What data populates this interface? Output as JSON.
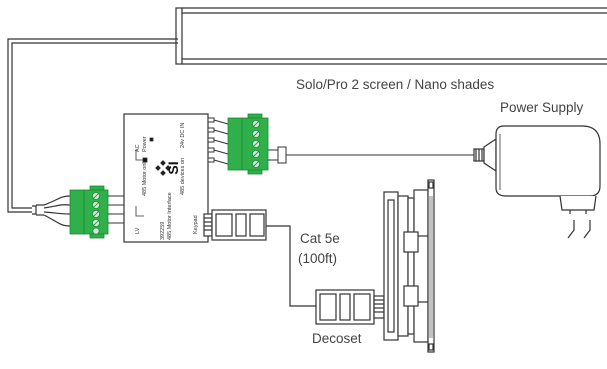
{
  "labels": {
    "screen": "Solo/Pro 2 screen / Nano shades",
    "power_supply": "Power Supply",
    "cat_line1": "Cat 5e",
    "cat_line2": "(100ft)",
    "decoset": "Decoset"
  },
  "interface_box": {
    "brand": "SI",
    "ac": "AC",
    "power": "Power",
    "motor_only": "485 Motor only",
    "lv": "LV",
    "model": "392259",
    "product": "485 Motor Interface",
    "keypad": "Keypad",
    "devices_on": "485 devices on",
    "dc_in": "24v DC IN"
  },
  "colors": {
    "line": "#333333",
    "text": "#444444",
    "terminal_green": "#2fb04a",
    "terminal_green_dark": "#1f8a36"
  }
}
